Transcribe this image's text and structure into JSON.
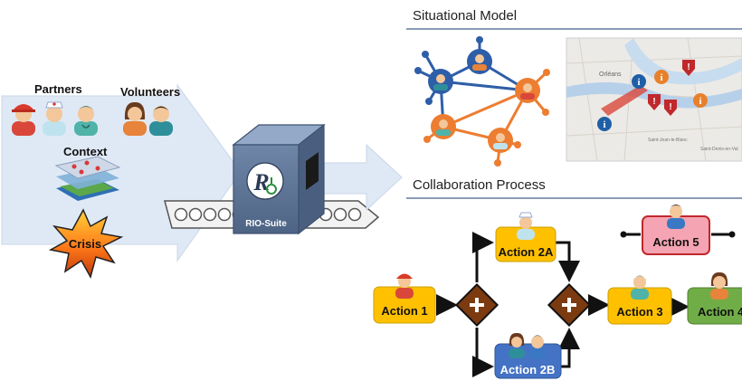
{
  "left": {
    "partners_label": "Partners",
    "volunteers_label": "Volunteers",
    "context_label": "Context",
    "crisis_label": "Crisis"
  },
  "machine": {
    "label": "RIO-Suite",
    "logo_text": "R"
  },
  "situational_model": {
    "title": "Situational Model",
    "map_labels": [
      "Orléans",
      "Saint-Jean-le-Blanc",
      "Saint-Denis-en-Val"
    ]
  },
  "collaboration": {
    "title": "Collaboration Process",
    "actions": {
      "a1": "Action 1",
      "a2a": "Action 2A",
      "a2b": "Action 2B",
      "a3": "Action 3",
      "a4": "Action 4",
      "a5": "Action 5"
    }
  },
  "colors": {
    "arrow_fill": "#dfe9f5",
    "section_rule": "#8a9bb5",
    "action_yellow": "#ffc000",
    "action_blue": "#4472c4",
    "action_green": "#70ad47",
    "action_pink": "#f4a4b2",
    "gateway": "#7b3a10",
    "network_blue": "#2e5ea8",
    "network_orange": "#ed7d31"
  }
}
